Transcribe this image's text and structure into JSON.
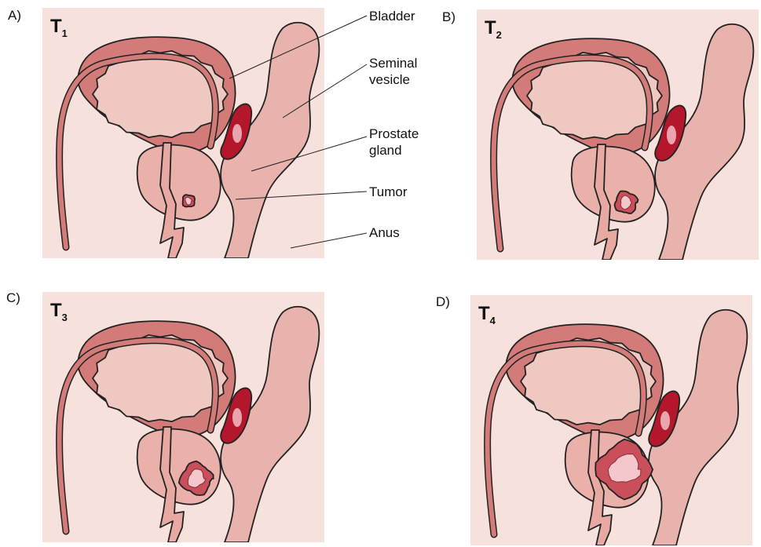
{
  "panels": [
    {
      "letter": "A)",
      "stage": "T",
      "sub": "1"
    },
    {
      "letter": "B)",
      "stage": "T",
      "sub": "2"
    },
    {
      "letter": "C)",
      "stage": "T",
      "sub": "3"
    },
    {
      "letter": "D)",
      "stage": "T",
      "sub": "4"
    }
  ],
  "labels": {
    "bladder": "Bladder",
    "seminal_line1": "Seminal",
    "seminal_line2": "vesicle",
    "prostate_line1": "Prostate",
    "prostate_line2": "gland",
    "tumor": "Tumor",
    "anus": "Anus"
  },
  "colors": {
    "panel_bg": "#f6e1dc",
    "bladder_wall": "#d27b78",
    "bladder_inner": "#f0c8c2",
    "prostate": "#eab1ab",
    "urethra": "#e8a9a2",
    "rectum": "#e9b3ad",
    "vesicle": "#b4162c",
    "tumor": "#c9505a",
    "outline": "#222222"
  }
}
